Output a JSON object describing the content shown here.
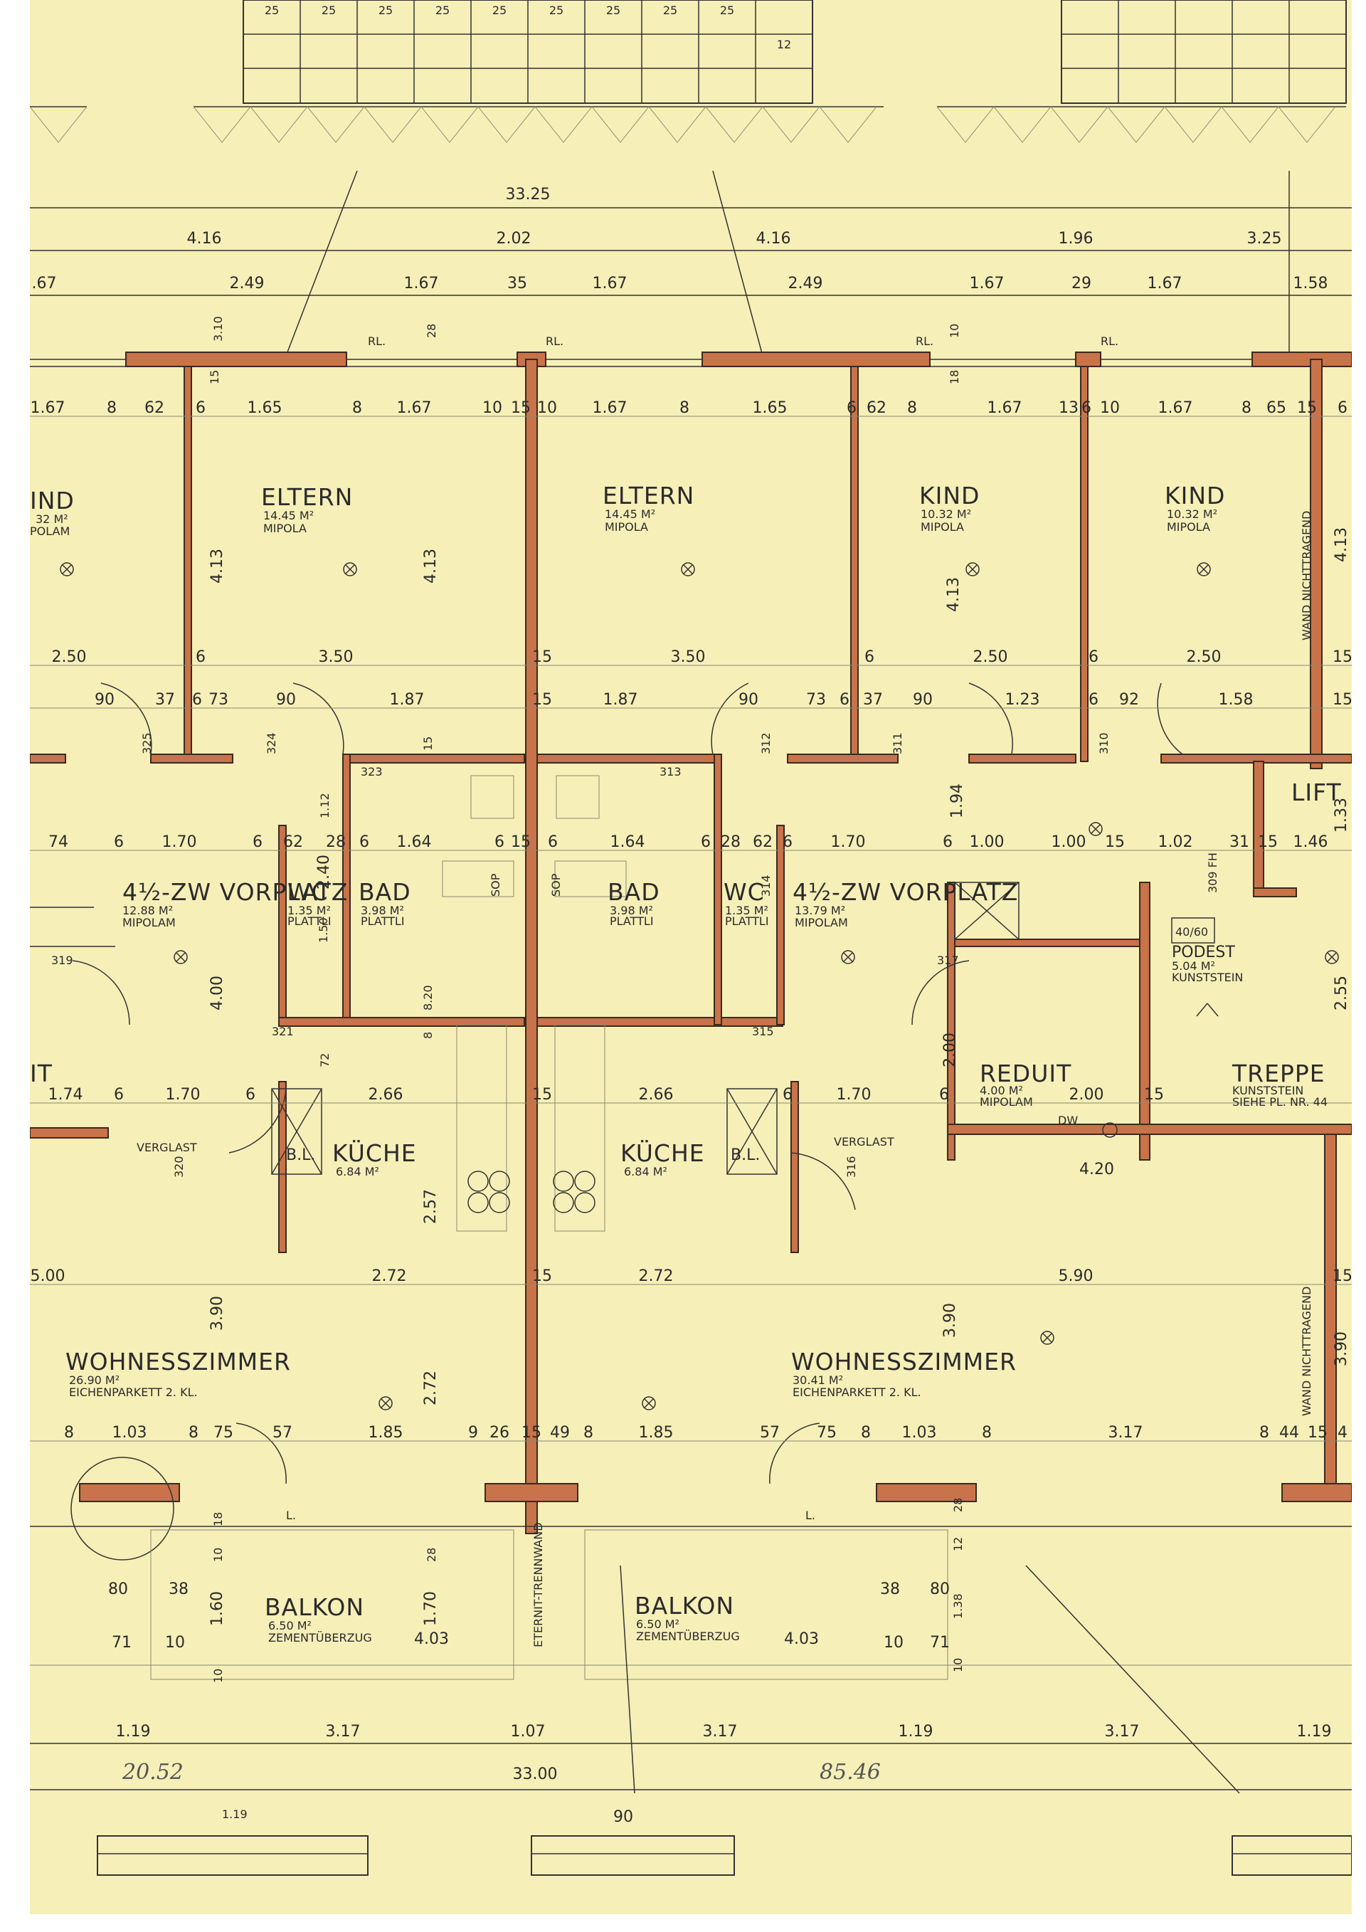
{
  "dims": {
    "top_total": "33.25",
    "bottom_total": "33.00",
    "row1": [
      "4.16",
      "2.02",
      "4.16",
      "1.96",
      "3.25"
    ],
    "row2": [
      ".67",
      "2.49",
      "1.67",
      "35",
      "1.67",
      "2.49",
      "1.67",
      "29",
      "1.67",
      "1.58"
    ],
    "row3": [
      "1.67",
      "8",
      "62",
      "6",
      "1.65",
      "8",
      "1.67",
      "10",
      "15",
      "10",
      "1.67",
      "8",
      "1.65",
      "6",
      "62",
      "8",
      "1.67",
      "13",
      "6",
      "10",
      "1.67",
      "8",
      "65",
      "15",
      "6"
    ],
    "row_mid": [
      "2.50",
      "6",
      "3.50",
      "15",
      "3.50",
      "6",
      "2.50",
      "6",
      "2.50",
      "15"
    ],
    "row_doors": [
      "90",
      "37",
      "6",
      "73",
      "90",
      "1.87",
      "15",
      "1.87",
      "90",
      "73",
      "6",
      "37",
      "90",
      "1.23",
      "6",
      "92",
      "1.58",
      "15"
    ],
    "row_vorplatz": [
      "74",
      "6",
      "1.70",
      "6",
      "62",
      "28",
      "6",
      "1.64",
      "6",
      "15",
      "6",
      "1.64",
      "6",
      "28",
      "62",
      "6",
      "1.70",
      "6",
      "1.00",
      "1.00",
      "15",
      "1.02",
      "31",
      "15",
      "1.46"
    ],
    "row_kueche": [
      "1.74",
      "6",
      "1.70",
      "6",
      "2.66",
      "15",
      "2.66",
      "6",
      "1.70",
      "6",
      "2.00",
      "15"
    ],
    "row_wohn": [
      "5.00",
      "2.72",
      "15",
      "2.72",
      "5.90",
      "15"
    ],
    "row_balkon": [
      "8",
      "1.03",
      "8",
      "75",
      "57",
      "1.85",
      "9",
      "26",
      "15",
      "49",
      "8",
      "1.85",
      "57",
      "75",
      "8",
      "1.03",
      "8",
      "3.17",
      "8",
      "44",
      "15",
      "4"
    ],
    "row_bottom": [
      "1.19",
      "3.17",
      "1.07",
      "3.17",
      "1.19",
      "3.17",
      "1.19"
    ],
    "vertical": [
      "3.10",
      "15",
      "28",
      "10",
      "18",
      "4.13",
      "4.13",
      "4.13",
      "4.13",
      "15",
      "1.12",
      "2.40",
      "1.50",
      "1.94",
      "4.00",
      "72",
      "2.00",
      "2.57",
      "3.90",
      "2.72",
      "3.90",
      "3.90",
      "2.55",
      "1.33",
      "28",
      "12",
      "1.38",
      "10",
      "1.60",
      "1.70",
      "28",
      "10",
      "18",
      "10"
    ],
    "sill_heights": [
      "325",
      "324",
      "323",
      "313",
      "312",
      "311",
      "310",
      "319",
      "321",
      "315",
      "317",
      "320",
      "316",
      "314"
    ]
  },
  "rooms": [
    {
      "name": "IND",
      "area": "32 M²",
      "floor": "POLAM"
    },
    {
      "name": "ELTERN",
      "area": "14.45 M²",
      "floor": "MIPOLA"
    },
    {
      "name": "ELTERN",
      "area": "14.45 M²",
      "floor": "MIPOLA"
    },
    {
      "name": "KIND",
      "area": "10.32 M²",
      "floor": "MIPOLA"
    },
    {
      "name": "KIND",
      "area": "10.32 M²",
      "floor": "MIPOLA"
    },
    {
      "name": "4½-ZW VORPLATZ",
      "area": "12.88 M²",
      "floor": "MIPOLAM"
    },
    {
      "name": "WC",
      "area": "1.35 M²",
      "floor": "PLATTLI"
    },
    {
      "name": "BAD",
      "area": "3.98 M²",
      "floor": "PLATTLI"
    },
    {
      "name": "BAD",
      "area": "3.98 M²",
      "floor": "PLATTLI"
    },
    {
      "name": "WC",
      "area": "1.35 M²",
      "floor": "PLATTLI"
    },
    {
      "name": "4½-ZW VORPLATZ",
      "area": "13.79 M²",
      "floor": "MIPOLAM"
    },
    {
      "name": "PODEST",
      "area": "5.04 M²",
      "floor": "KUNSTSTEIN"
    },
    {
      "name": "REDUIT",
      "area": "4.00 M²",
      "floor": "MIPOLAM"
    },
    {
      "name": "TREPPE",
      "area": "KUNSTSTEIN",
      "floor": "SIEHE PL. NR. 44"
    },
    {
      "name": "KÜCHE",
      "area": "6.84 M²",
      "floor": ""
    },
    {
      "name": "KÜCHE",
      "area": "6.84 M²",
      "floor": ""
    },
    {
      "name": "WOHNESSZIMMER",
      "area": "26.90 M²",
      "floor": "EICHENPARKETT 2. KL."
    },
    {
      "name": "WOHNESSZIMMER",
      "area": "30.41 M²",
      "floor": "EICHENPARKETT 2. KL."
    },
    {
      "name": "BALKON",
      "area": "6.50 M²",
      "floor": "ZEMENTÜBERZUG"
    },
    {
      "name": "BALKON",
      "area": "6.50 M²",
      "floor": "ZEMENTÜBERZUG"
    }
  ],
  "labels": {
    "lift": "LIFT",
    "it": "IT",
    "rl": "RL.",
    "verglast": "VERGLAST",
    "dw": "DW",
    "fh": "309 FH",
    "size_4060": "40/60",
    "wand_nichttragend": "WAND NICHTTRAGEND",
    "eternit": "ETERNIT-TRENNWAND",
    "bal_4_03": "4.03",
    "bal_80": "80",
    "bal_38": "38",
    "bal_71": "71",
    "bal_10": "10",
    "bl": "B.L.",
    "sop": "SOP",
    "l_mark": "L.",
    "elev_8_20": "8.20",
    "elev_8_6": "8",
    "dim_4_20": "4.20",
    "dim_90": "90",
    "dim_119_small": "1.19"
  },
  "handwritten": [
    "20.52",
    "85.46"
  ],
  "brick_courses_top": [
    "25",
    "25",
    "25",
    "25",
    "25",
    "25",
    "25",
    "25",
    "25",
    "12"
  ],
  "colors": {
    "paper": "#f6efb8",
    "wall_fill": "#c8734a",
    "ink": "#2b2b2b"
  }
}
